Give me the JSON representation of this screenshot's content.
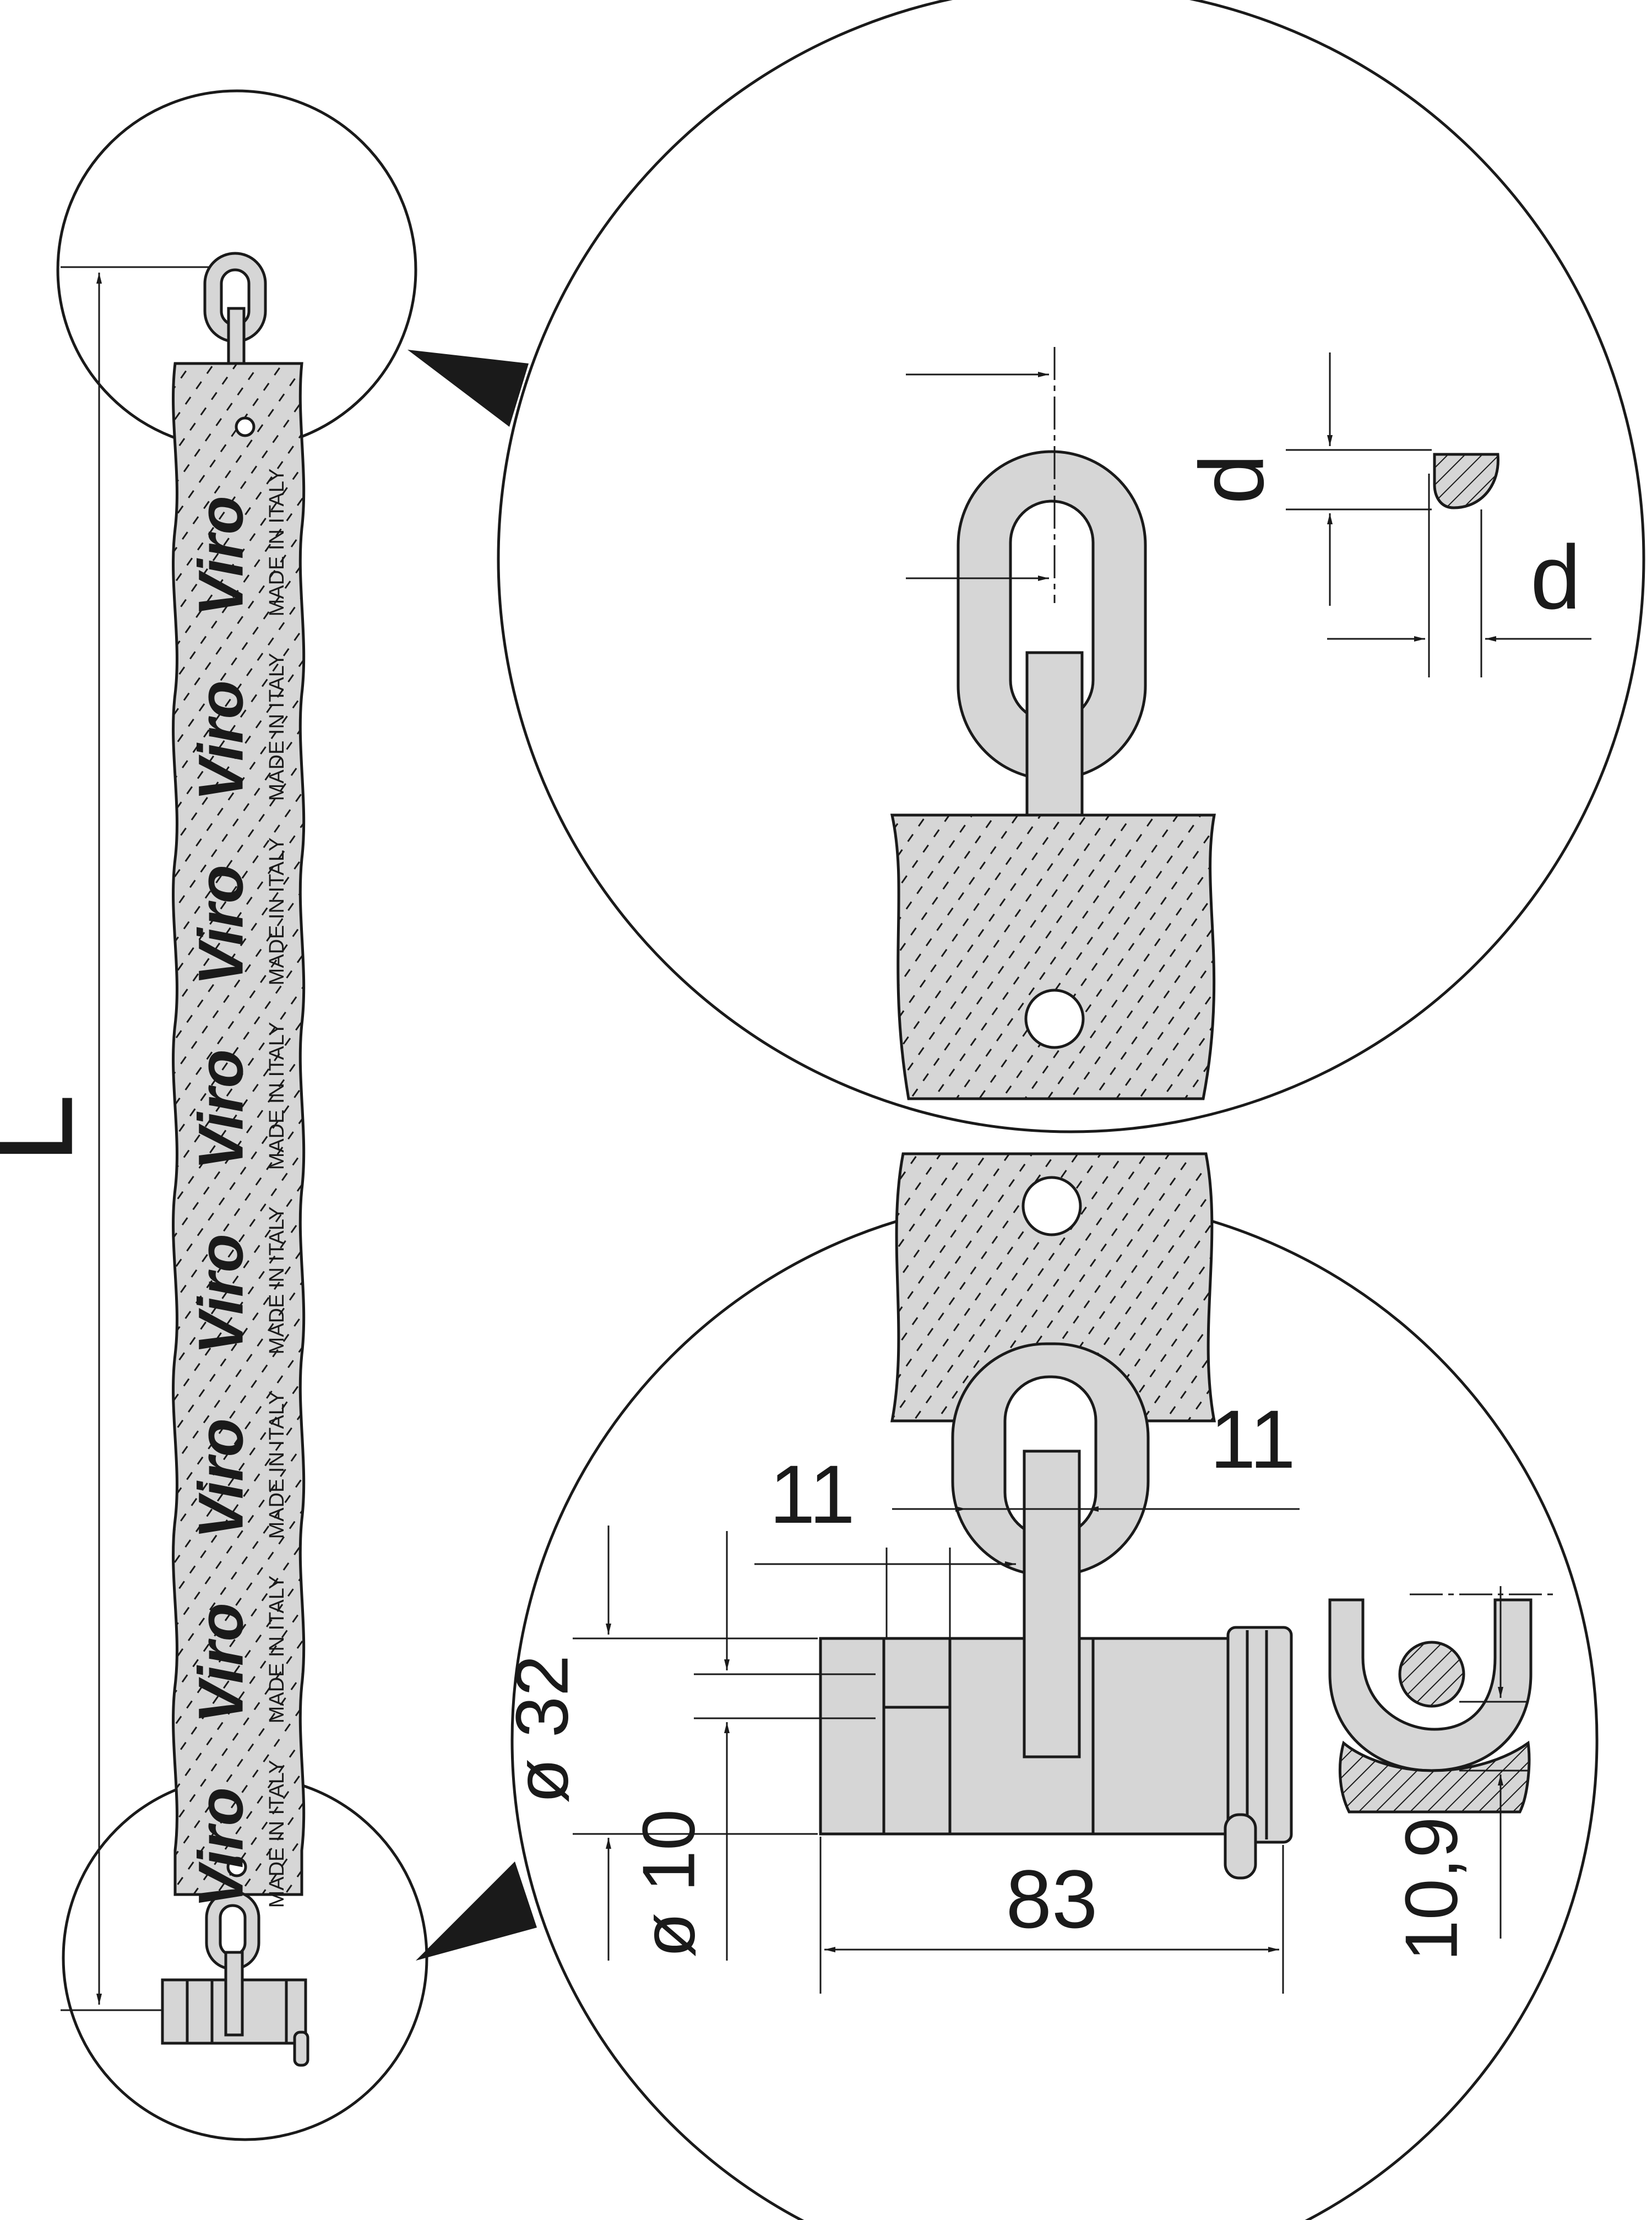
{
  "dimensions": {
    "length_label": "L",
    "link_diameter_label": "d",
    "link_width_label": "d",
    "gap_top_label": "11",
    "gap_link_label": "11",
    "diameter_outer_label": "ø 32",
    "diameter_pin_label": "ø 10",
    "body_length_label": "83",
    "clearance_label": "10,9"
  },
  "sleeve_marks": [
    {
      "brand": "Viro",
      "origin": "MADE IN ITALY"
    },
    {
      "brand": "Viro",
      "origin": "MADE IN ITALY"
    },
    {
      "brand": "Viro",
      "origin": "MADE IN ITALY"
    },
    {
      "brand": "Viro",
      "origin": "MADE IN ITALY"
    },
    {
      "brand": "Viro",
      "origin": "MADE IN ITALY"
    },
    {
      "brand": "Viro",
      "origin": "MADE IN ITALY"
    },
    {
      "brand": "Viro",
      "origin": "MADE IN ITALY"
    },
    {
      "brand": "Viro",
      "origin": "MADE IN ITALY"
    }
  ],
  "colors": {
    "line": "#1a1a1a",
    "part_fill": "#d6d6d6",
    "background": "#ffffff"
  }
}
